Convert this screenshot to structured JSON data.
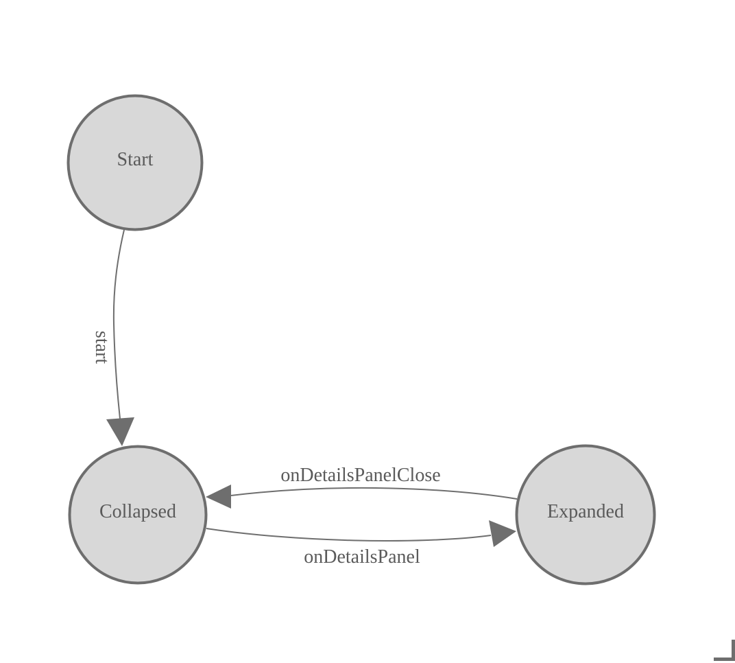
{
  "diagram": {
    "background": "#ffffff",
    "nodes": [
      {
        "id": "start",
        "label": "Start"
      },
      {
        "id": "collapsed",
        "label": "Collapsed"
      },
      {
        "id": "expanded",
        "label": "Expanded"
      }
    ],
    "edges": [
      {
        "from": "start",
        "to": "collapsed",
        "label": "start"
      },
      {
        "from": "expanded",
        "to": "collapsed",
        "label": "onDetailsPanelClose"
      },
      {
        "from": "collapsed",
        "to": "expanded",
        "label": "onDetailsPanel"
      }
    ],
    "colors": {
      "node_fill": "#d8d8d8",
      "node_border": "#6e6e6e",
      "edge_line": "#6e6e6e",
      "label_text": "#5a5a5a",
      "corner_marker": "#6e6e6e"
    }
  }
}
